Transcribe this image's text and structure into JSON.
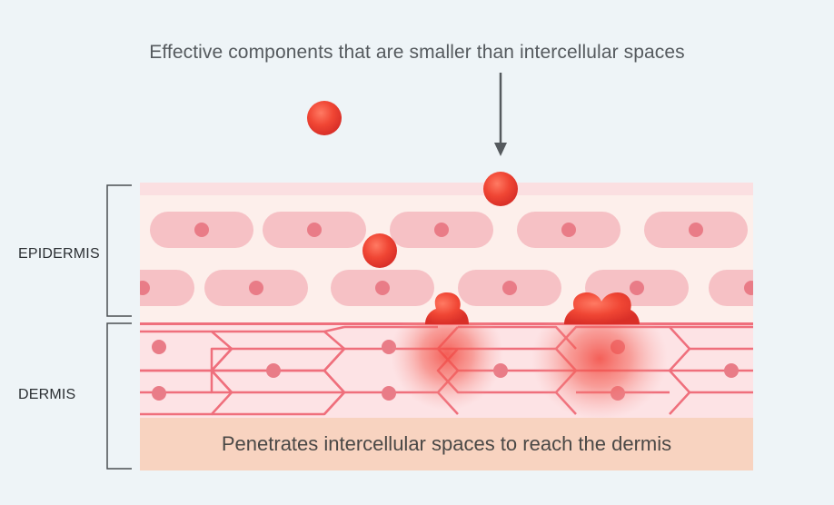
{
  "top_caption": "Effective components that are smaller than intercellular spaces",
  "layers": {
    "epidermis_label": "EPIDERMIS",
    "dermis_label": "DERMIS"
  },
  "bottom_caption": "Penetrates intercellular spaces to reach the dermis",
  "colors": {
    "background": "#eef4f7",
    "epidermis_top_strip": "#fbdfe1",
    "epidermis_fill": "#fdefeb",
    "epidermis_cell": "#f6c1c5",
    "cell_nucleus": "#e97c87",
    "dermis_fill": "#fde3e5",
    "dermis_border": "#ef6f7c",
    "base_layer": "#f8d3c0",
    "particle": "#ee3d33",
    "arrow": "#555a5e",
    "bracket": "#4a4e52"
  }
}
